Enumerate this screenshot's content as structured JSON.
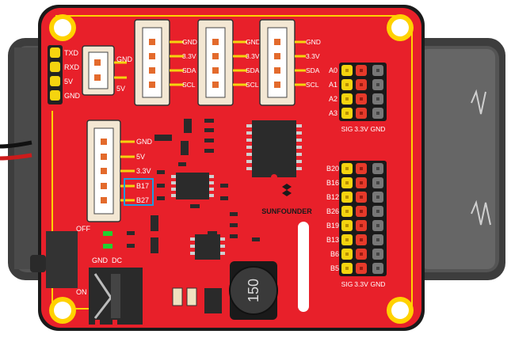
{
  "header_4pin": {
    "labels": [
      "TXD",
      "RXD",
      "5V",
      "GND"
    ]
  },
  "uart_connector": {
    "labels": [
      "GND",
      "5V"
    ]
  },
  "i2c_connectors": [
    {
      "labels": [
        "GND",
        "3.3V",
        "SDA",
        "SCL"
      ]
    },
    {
      "labels": [
        "GND",
        "3.3V",
        "SDA",
        "SCL"
      ]
    },
    {
      "labels": [
        "GND",
        "3.3V",
        "SDA",
        "SCL"
      ]
    }
  ],
  "left_connector": {
    "labels": [
      "GND",
      "5V",
      "3.3V",
      "B17",
      "B27"
    ]
  },
  "analog_header": {
    "rows": [
      "A0",
      "A1",
      "A2",
      "A3"
    ],
    "footer": [
      "SIG",
      "3.3V",
      "GND"
    ]
  },
  "digital_header": {
    "rows": [
      "B20",
      "B16",
      "B12",
      "B26",
      "B19",
      "B13",
      "B6",
      "B5"
    ],
    "footer": [
      "SIG",
      "3.3V",
      "GND"
    ]
  },
  "power_switch": {
    "off_label": "OFF",
    "on_label": "ON"
  },
  "dc_jack": {
    "labels": [
      "GND",
      "DC"
    ]
  },
  "inductor": {
    "label": "150"
  },
  "brand": {
    "name": "SUNFOUNDER"
  },
  "colors": {
    "board": "#e8202a",
    "battery": "#4a4a4a",
    "pin_yellow": "#f5d40f",
    "pin_red": "#e63a2a",
    "pin_gray": "#777777",
    "highlight": "#1e9be0"
  }
}
